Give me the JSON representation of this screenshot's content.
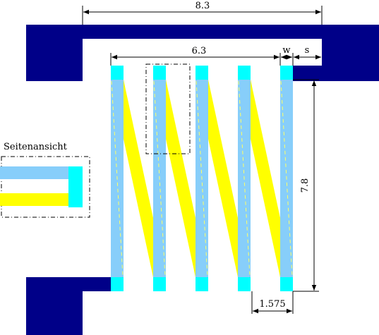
{
  "diagram": {
    "dimensions": {
      "total_width": "8.3",
      "inner_width": "6.3",
      "w": "w",
      "s": "s",
      "height": "7.8",
      "pitch": "1.575"
    },
    "side_view_label": "Seitenansicht",
    "colors": {
      "frame": "#00008b",
      "strip": "#87cefa",
      "strip_end": "#00ffff",
      "diagonal": "#ffff00",
      "hidden_edge": "#ffff66",
      "dim_line": "#000000"
    }
  }
}
